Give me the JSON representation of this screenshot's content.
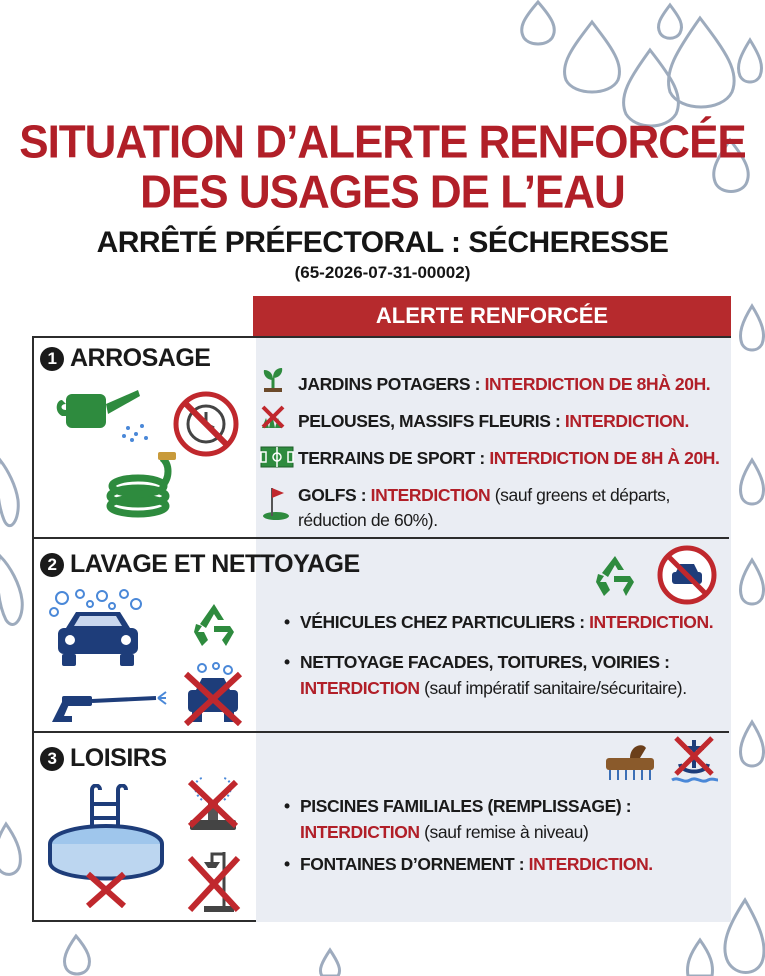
{
  "title": {
    "line1": "SITUATION D’ALERTE RENFORCÉE",
    "line2": "DES USAGES DE L’EAU",
    "subtitle": "ARRÊTÉ PRÉFECTORAL : SÉCHERESSE",
    "reference": "(65-2026-07-31-00002)"
  },
  "column_header": "ALERTE RENFORCÉE",
  "sections": [
    {
      "number": "1",
      "title": "ARROSAGE",
      "rules": [
        {
          "label": "JARDINS POTAGERS :",
          "restriction": "INTERDICTION DE 8HÀ 20H."
        },
        {
          "label": "PELOUSES, MASSIFS FLEURIS :",
          "restriction": "INTERDICTION."
        },
        {
          "label": "TERRAINS DE SPORT :",
          "restriction": "INTERDICTION DE 8H À 20H."
        },
        {
          "label": "GOLFS :",
          "restriction": "INTERDICTION",
          "note": "(sauf greens et départs,",
          "note2": "réduction de 60%)."
        }
      ]
    },
    {
      "number": "2",
      "title": "LAVAGE ET NETTOYAGE",
      "rules": [
        {
          "label": "VÉHICULES CHEZ PARTICULIERS :",
          "restriction": "INTERDICTION."
        },
        {
          "label": "NETTOYAGE FACADES, TOITURES, VOIRIES :",
          "restriction": "INTERDICTION",
          "note": "(sauf impératif sanitaire/sécuritaire)."
        }
      ]
    },
    {
      "number": "3",
      "title": "LOISIRS",
      "rules": [
        {
          "label": "PISCINES FAMILIALES (REMPLISSAGE) :",
          "restriction": "INTERDICTION",
          "note": "(sauf remise à niveau)"
        },
        {
          "label": "FONTAINES D’ORNEMENT :",
          "restriction": "INTERDICTION."
        }
      ]
    }
  ],
  "colors": {
    "accent_red": "#b11f28",
    "header_band": "#b62a2d",
    "panel": "#eaedf3",
    "drop_outline": "#7d8fa8"
  },
  "icons": [
    "watering-can-icon",
    "no-timer-icon",
    "garden-hose-icon",
    "seedling-icon",
    "no-lawn-icon",
    "sports-field-icon",
    "golf-flag-icon",
    "car-wash-icon",
    "recycle-icon",
    "no-car-wash-icon",
    "pressure-washer-icon",
    "no-vehicle-icon",
    "pool-icon",
    "no-fountain-icon",
    "no-shower-icon",
    "scrub-brush-icon",
    "no-boat-icon"
  ]
}
